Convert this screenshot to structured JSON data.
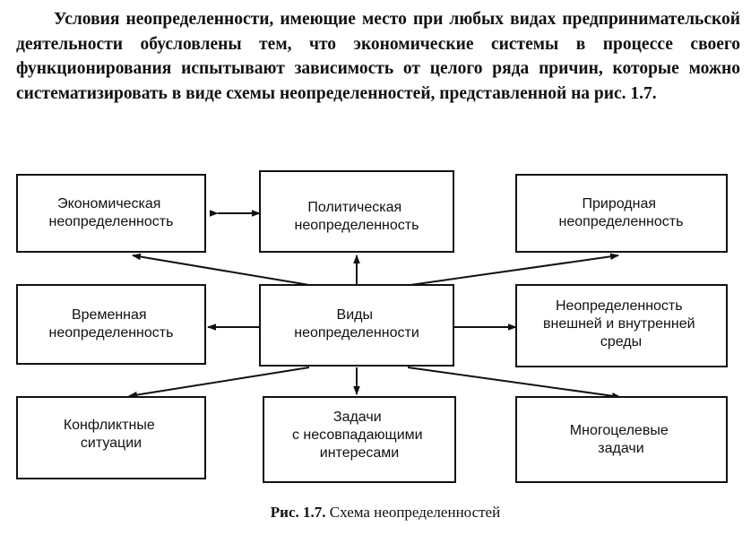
{
  "paragraph": "Условия неопределенности, имеющие место при любых видах предпринимательской деятельности обусловлены тем, что экономические системы в процессе своего функционирования испытывают зависимость от целого ряда причин, которые можно систематизировать в виде схемы неопределенностей, представленной на рис. 1.7.",
  "diagram": {
    "boxes": {
      "economic": [
        "Экономическая",
        "неопределенность"
      ],
      "political": [
        "Политическая",
        "неопределенность"
      ],
      "natural": [
        "Природная",
        "неопределенность"
      ],
      "temporal": [
        "Временная",
        "неопределенность"
      ],
      "center": [
        "Виды",
        "неопределенности"
      ],
      "environment": [
        "Неопределенность",
        "внешней и внутренней",
        "среды"
      ],
      "conflict": [
        "Конфликтные",
        "ситуации"
      ],
      "interests": [
        "Задачи",
        "с несовпадающими",
        "интересами"
      ],
      "multigoal": [
        "Многоцелевые",
        "задачи"
      ]
    }
  },
  "caption": {
    "label": "Рис. 1.7.",
    "text": "Схема неопределенностей"
  }
}
